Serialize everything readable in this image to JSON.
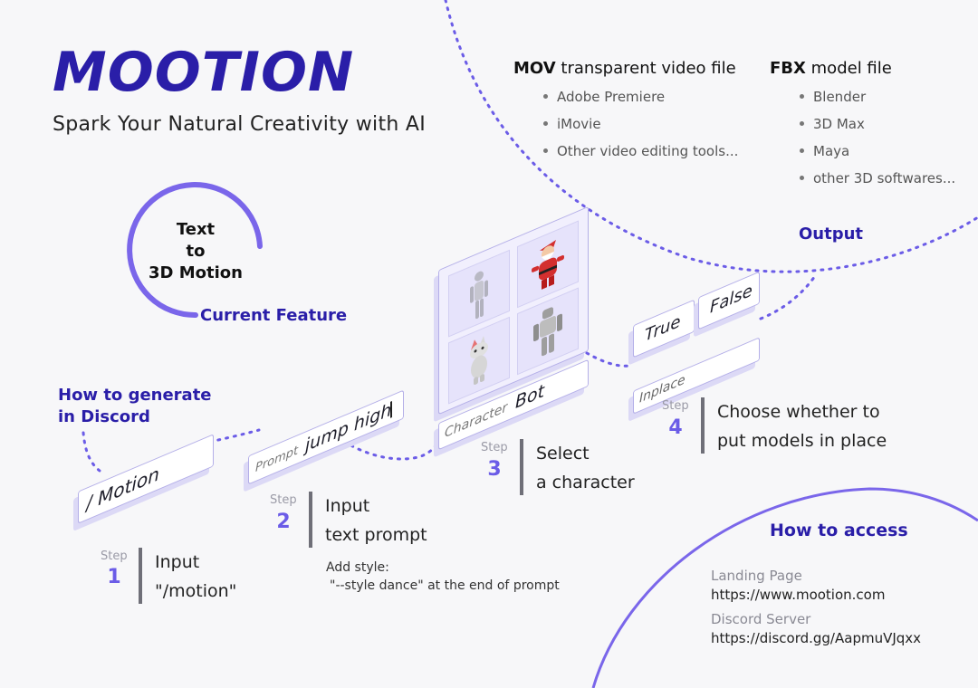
{
  "brand": {
    "logo": "MOOTION",
    "tagline": "Spark Your Natural Creativity with AI"
  },
  "feature": {
    "lines": [
      "Text",
      "to",
      "3D Motion"
    ],
    "label": "Current Feature"
  },
  "how_to_generate": {
    "lines": [
      "How to generate",
      "in Discord"
    ]
  },
  "cards": {
    "command": "/ Motion",
    "prompt_label": "Prompt",
    "prompt_value": "jump high",
    "character_label": "Character",
    "character_value": "Bot",
    "inplace_label": "Inplace",
    "true_label": "True",
    "false_label": "False"
  },
  "steps": [
    {
      "word": "Step",
      "number": "1",
      "lines": [
        "Input",
        "\"/motion\""
      ]
    },
    {
      "word": "Step",
      "number": "2",
      "lines": [
        "Input",
        "text prompt"
      ]
    },
    {
      "word": "Step",
      "number": "3",
      "lines": [
        "Select",
        "a character"
      ]
    },
    {
      "word": "Step",
      "number": "4",
      "lines": [
        "Choose whether to",
        "put models in place"
      ]
    }
  ],
  "style_note": {
    "label": "Add style:",
    "text": "\"--style dance\" at the end of prompt"
  },
  "output": {
    "label": "Output",
    "mov": {
      "bold": "MOV",
      "rest": "transparent video file",
      "items": [
        "Adobe Premiere",
        "iMovie",
        "Other video editing tools..."
      ]
    },
    "fbx": {
      "bold": "FBX",
      "rest": "model file",
      "items": [
        "Blender",
        "3D Max",
        "Maya",
        "other 3D softwares..."
      ]
    }
  },
  "access": {
    "title": "How to access",
    "landing_label": "Landing Page",
    "landing_url": "https://www.mootion.com",
    "discord_label": "Discord Server",
    "discord_url": "https://discord.gg/AapmuVJqxx"
  },
  "colors": {
    "brand": "#2a1ea8",
    "accent": "#6b5ce7",
    "panel": "#f1effd",
    "background": "#f7f7f9"
  },
  "icons": [
    "character-thumbnail-mannequin",
    "character-thumbnail-santa",
    "character-thumbnail-cat",
    "character-thumbnail-robot"
  ]
}
